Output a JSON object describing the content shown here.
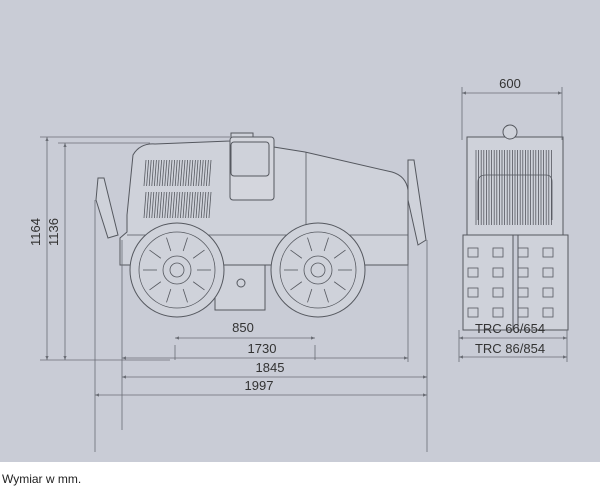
{
  "dimensions": {
    "height_total": "1164",
    "height_body": "1136",
    "wheelbase": "850",
    "length_1": "1730",
    "length_2": "1845",
    "length_total": "1997",
    "width": "600"
  },
  "models": [
    "TRC 66/654",
    "TRC 86/854"
  ],
  "caption": "Wymiar w mm."
}
